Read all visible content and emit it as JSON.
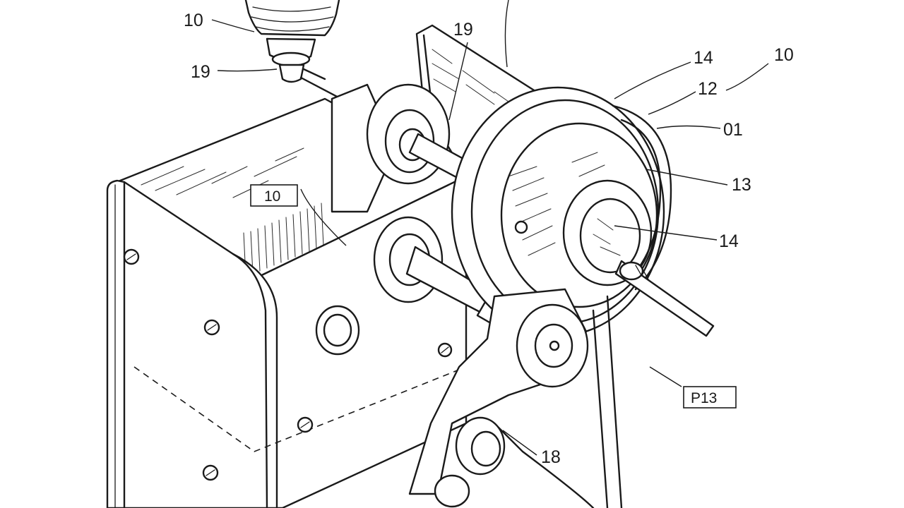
{
  "labels": {
    "top_left": "10",
    "upper_left": "19",
    "top_center": "19",
    "right_14_top": "14",
    "right_10": "10",
    "right_12": "12",
    "right_01": "01",
    "right_13": "13",
    "right_14_mid": "14",
    "boxed_10": "10",
    "boxed_f13": "P13",
    "bottom_18": "18"
  }
}
